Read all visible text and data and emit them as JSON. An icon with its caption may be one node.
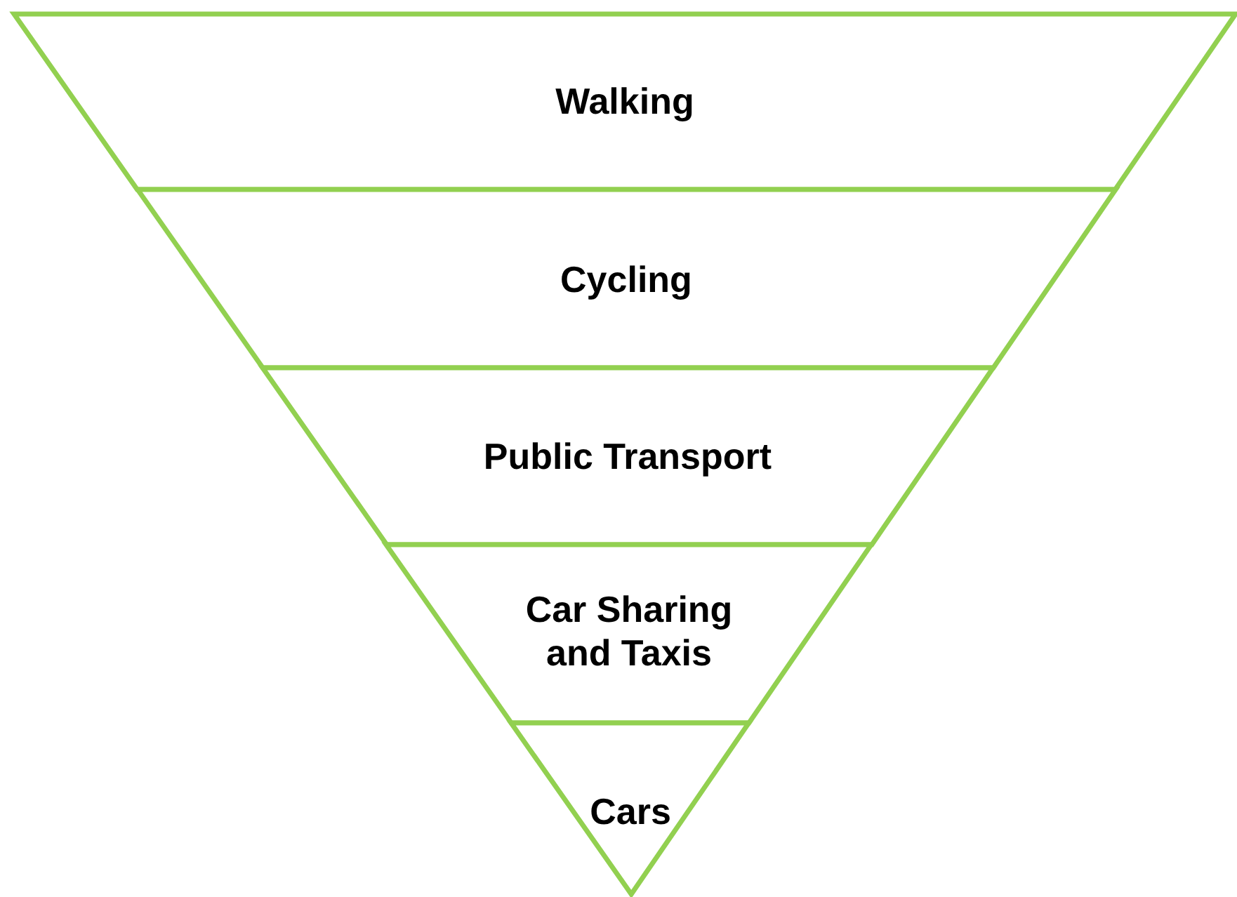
{
  "diagram": {
    "nodes": [
      {
        "text": [
          "Walking"
        ]
      },
      {
        "text": [
          "Cycling"
        ]
      },
      {
        "text": [
          "Public Transport"
        ]
      },
      {
        "text": [
          "Car Sharing and Taxis"
        ]
      },
      {
        "text": [
          "Cars"
        ]
      }
    ]
  }
}
